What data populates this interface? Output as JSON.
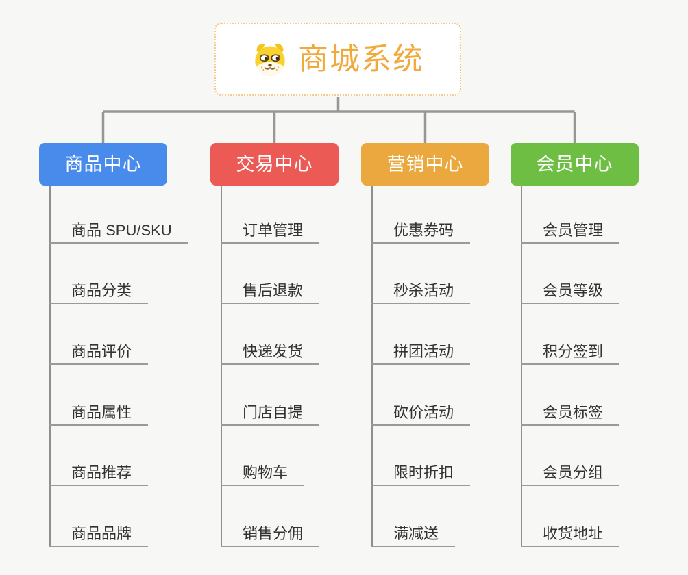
{
  "page": {
    "background": "#f7f7f6"
  },
  "root": {
    "label": "商城系统",
    "icon": "doge-face-icon",
    "text_color": "#f0aa3c",
    "border_color": "#f2c987",
    "background": "#ffffff"
  },
  "connectors": {
    "tree_line_color": "#979797",
    "trunk_line_color": "#8f8f8f",
    "leaf_line_color": "#9a9a9a"
  },
  "branches": [
    {
      "id": "product-center",
      "label": "商品中心",
      "color": "#488beb",
      "items": [
        "商品 SPU/SKU",
        "商品分类",
        "商品评价",
        "商品属性",
        "商品推荐",
        "商品品牌"
      ]
    },
    {
      "id": "trade-center",
      "label": "交易中心",
      "color": "#ec5a55",
      "items": [
        "订单管理",
        "售后退款",
        "快递发货",
        "门店自提",
        "购物车",
        "销售分佣"
      ]
    },
    {
      "id": "marketing-center",
      "label": "营销中心",
      "color": "#eaa83e",
      "items": [
        "优惠券码",
        "秒杀活动",
        "拼团活动",
        "砍价活动",
        "限时折扣",
        "满减送"
      ]
    },
    {
      "id": "member-center",
      "label": "会员中心",
      "color": "#6ebe44",
      "items": [
        "会员管理",
        "会员等级",
        "积分签到",
        "会员标签",
        "会员分组",
        "收货地址"
      ]
    }
  ]
}
